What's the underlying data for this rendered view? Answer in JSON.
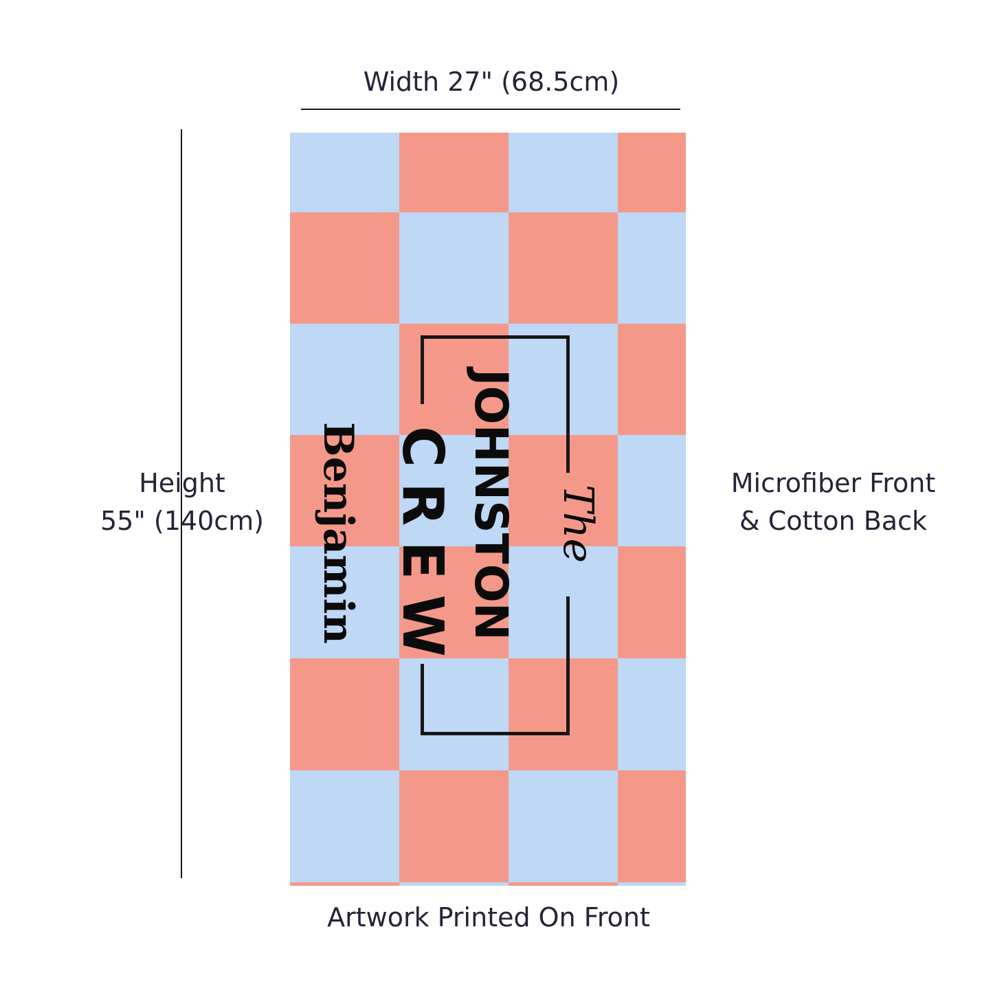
{
  "dimensions": {
    "width_label": "Width 27\" (68.5cm)",
    "height_label_line1": "Height",
    "height_label_line2": "55\" (140cm)"
  },
  "material": {
    "line1": "Microfiber Front",
    "line2": "& Cotton Back"
  },
  "artwork_note": "Artwork Printed On Front",
  "towel": {
    "colors": {
      "blue": "#bed8f5",
      "coral": "#f4998a",
      "ink": "#0b0b0b"
    },
    "design": {
      "the_word": "The",
      "family_name": "JOHNSTON",
      "crew_word": "CREW",
      "child_name": "Benjamin"
    }
  }
}
